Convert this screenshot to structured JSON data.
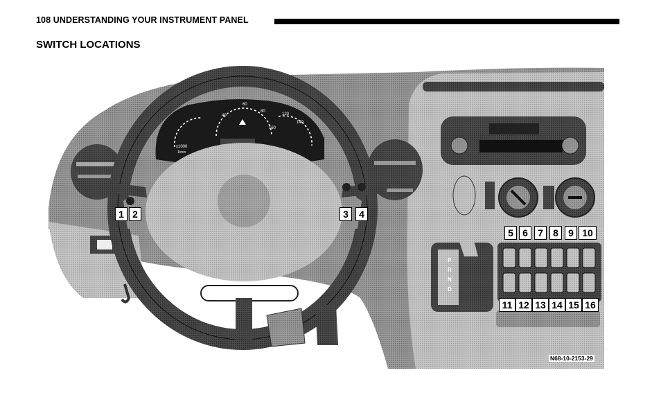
{
  "header": {
    "running_head": "108  UNDERSTANDING YOUR INSTRUMENT PANEL"
  },
  "section": {
    "title": "SWITCH LOCATIONS"
  },
  "figure": {
    "callouts": [
      "1",
      "2",
      "3",
      "4",
      "5",
      "6",
      "7",
      "8",
      "9",
      "10",
      "11",
      "12",
      "13",
      "14",
      "15",
      "16"
    ],
    "reference": "N68-10-2153-29",
    "gauge_labels": {
      "rpm_unit": "1/min",
      "rpm_scale": "x1000",
      "speed_80": "80",
      "speed_160": "160",
      "speed_140": "140",
      "speed_120": "120",
      "speed_60": "60",
      "speed_40": "40"
    },
    "gear_labels": [
      "P",
      "R",
      "N",
      "D"
    ]
  }
}
